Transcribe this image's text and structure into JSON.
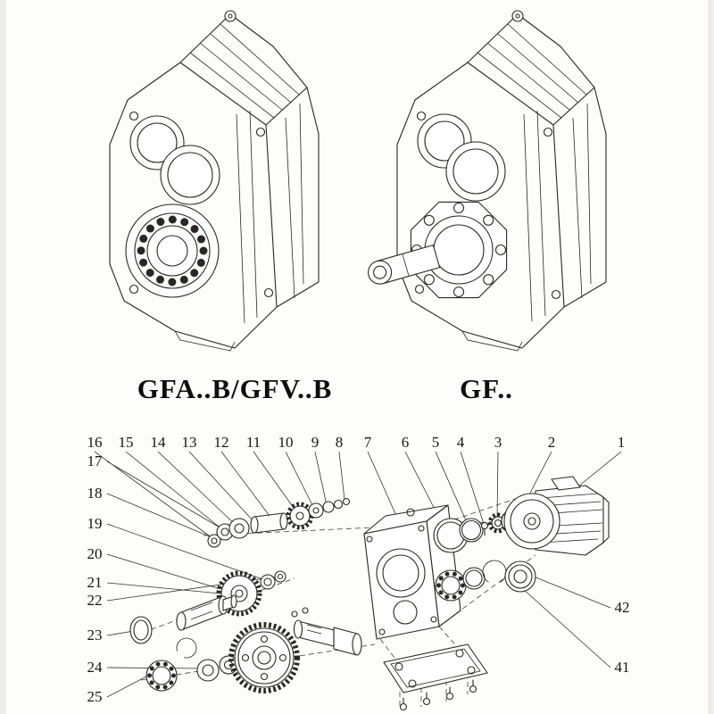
{
  "page": {
    "background": "#fdfdfc",
    "line_color": "#2a2722"
  },
  "models": [
    {
      "label": "GFA..B/GFV..B"
    },
    {
      "label": "GF.."
    }
  ],
  "exploded_view": {
    "callouts_top": [
      "16",
      "15",
      "14",
      "13",
      "12",
      "11",
      "10",
      "9",
      "8",
      "7",
      "6",
      "5",
      "4",
      "3",
      "2",
      "1"
    ],
    "callouts_left": [
      "17",
      "18",
      "19",
      "20",
      "21",
      "22",
      "23",
      "24",
      "25"
    ],
    "callouts_right": [
      "42",
      "41"
    ]
  }
}
